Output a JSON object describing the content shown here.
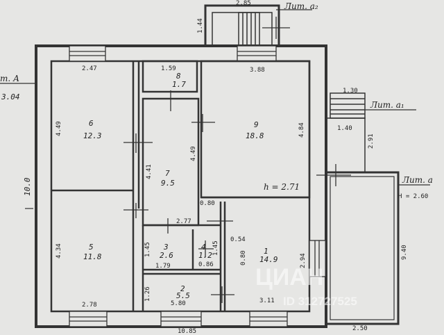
{
  "annotations": {
    "lit_a2": "Лит. а₂",
    "lit_a1": "Лит. а₁",
    "lit_a": "Лит. а",
    "lit_a_left": "т. А",
    "h_main": "h = 2.71",
    "h_side": "Н = 2.60"
  },
  "rooms": [
    {
      "num": "6",
      "area": "12.3"
    },
    {
      "num": "8",
      "area": "1.7"
    },
    {
      "num": "9",
      "area": "18.8"
    },
    {
      "num": "7",
      "area": "9.5"
    },
    {
      "num": "5",
      "area": "11.8"
    },
    {
      "num": "3",
      "area": "2.6"
    },
    {
      "num": "4",
      "area": "1.2"
    },
    {
      "num": "1",
      "area": "14.9"
    },
    {
      "num": "2",
      "area": "5.5"
    }
  ],
  "dims": {
    "top_ext": "2.85",
    "ext_vert": "1.44",
    "r6_top": "2.47",
    "r8_top": "1.59",
    "r9_top": "3.88",
    "left_ext": "3.04",
    "r6_side": "4.49",
    "r9_side": "4.84",
    "r7_side_l": "4.41",
    "r7_side_r": "4.49",
    "overall_left": "10.0",
    "side_ext_top": "1.30",
    "side_ext_w": "1.40",
    "side_ext_h": "2.91",
    "d_080a": "0.80",
    "d_277": "2.77",
    "r5_side": "4.34",
    "r3_side": "1.45",
    "r3_bot": "1.79",
    "r4_side": "1.45",
    "r4_bot": "0.86",
    "d_054": "0.54",
    "d_080b": "0.80",
    "r1_side": "2.94",
    "annex_side": "9.40",
    "d_126": "1.26",
    "r2_bot": "5.80",
    "r5_bot": "2.78",
    "r1_bot": "3.11",
    "overall_bot": "10.85",
    "annex_bot": "2.50"
  },
  "watermark": {
    "brand": "ЦИАН",
    "id": "ID 312727525"
  }
}
